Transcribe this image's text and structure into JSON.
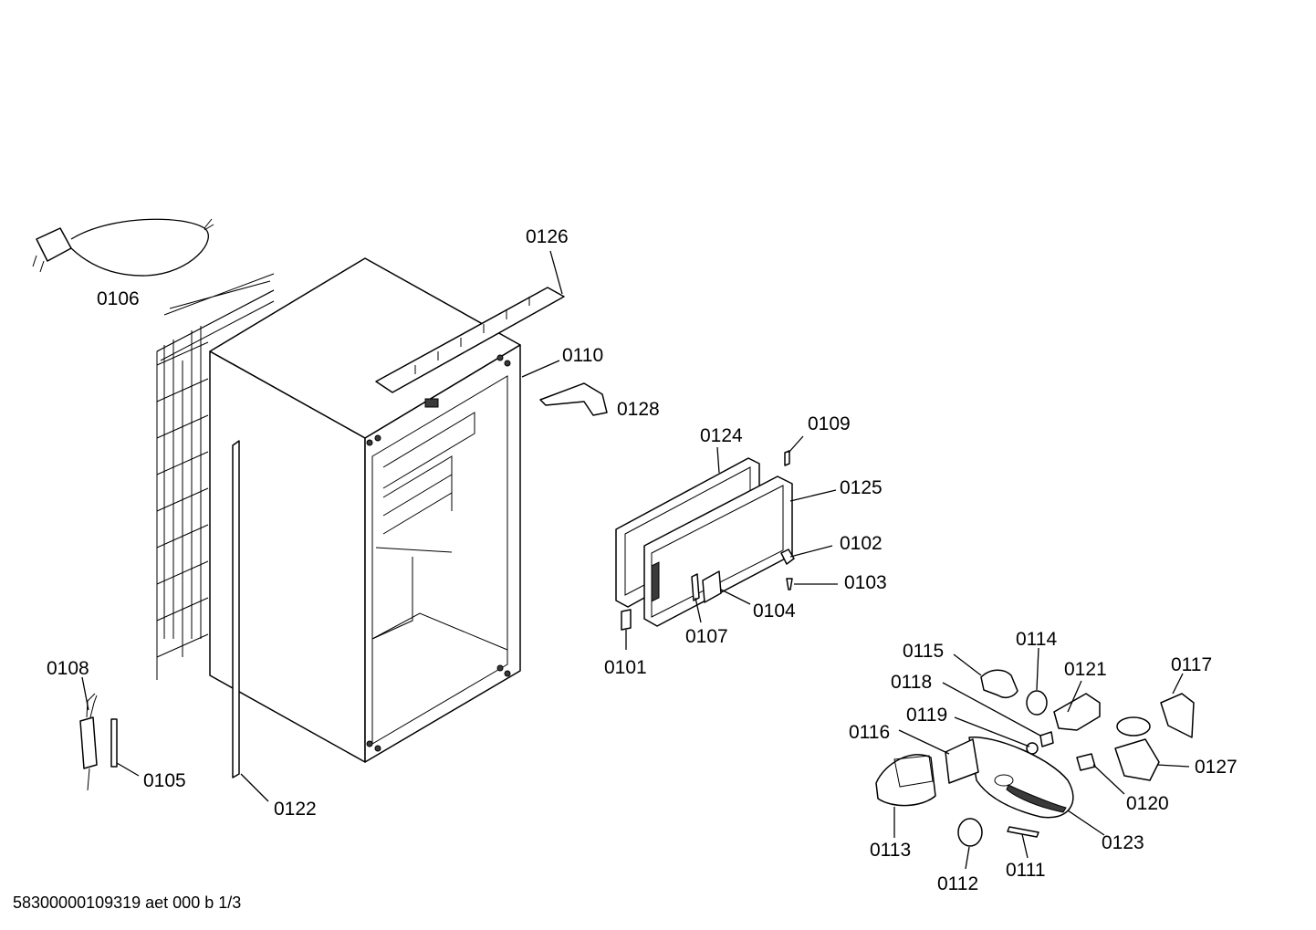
{
  "document_code": "58300000109319 aet 000 b 1/3",
  "labels": {
    "p0101": "0101",
    "p0102": "0102",
    "p0103": "0103",
    "p0104": "0104",
    "p0105": "0105",
    "p0106": "0106",
    "p0107": "0107",
    "p0108": "0108",
    "p0109": "0109",
    "p0110": "0110",
    "p0111": "0111",
    "p0112": "0112",
    "p0113": "0113",
    "p0114": "0114",
    "p0115": "0115",
    "p0116": "0116",
    "p0117": "0117",
    "p0118": "0118",
    "p0119": "0119",
    "p0120": "0120",
    "p0121": "0121",
    "p0122": "0122",
    "p0123": "0123",
    "p0124": "0124",
    "p0125": "0125",
    "p0126": "0126",
    "p0127": "0127",
    "p0128": "0128"
  }
}
